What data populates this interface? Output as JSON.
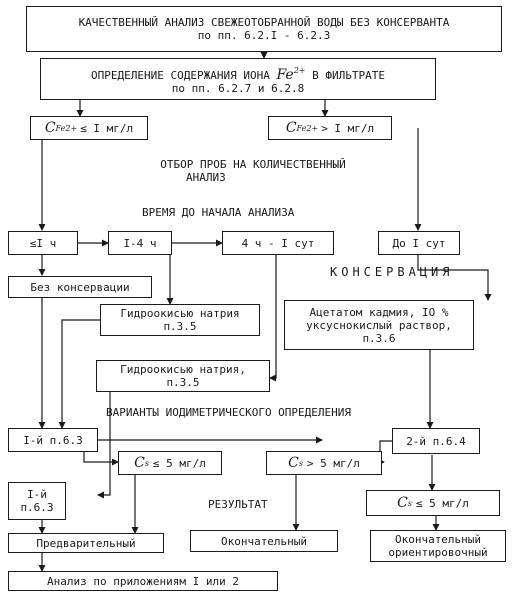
{
  "boxes": {
    "b1_line1": "КАЧЕСТВЕННЫЙ АНАЛИЗ СВЕЖЕОТОБРАННОЙ ВОДЫ БЕЗ КОНСЕРВАНТА",
    "b1_line2": "по пп. 6.2.I - 6.2.3",
    "b2_line1_pre": "ОПРЕДЕЛЕНИЕ СОДЕРЖАНИЯ ИОНА",
    "b2_ion": "Fe",
    "b2_ion_charge": "2+",
    "b2_line1_post": "В ФИЛЬТРАТЕ",
    "b2_line2": "по пп. 6.2.7 и 6.2.8",
    "cond_left_sym": "C",
    "cond_left_sub": "Fe2+",
    "cond_left_rel": "≤ I мг/л",
    "cond_right_sym": "C",
    "cond_right_sub": "Fe2+",
    "cond_right_rel": "> I мг/л",
    "time_1": "≤I ч",
    "time_2": "I-4 ч",
    "time_3": "4 ч - I сут",
    "time_4": "До I сут",
    "no_preserve": "Без консервации",
    "naoh_1_line1": "Гидроокисью натрия",
    "naoh_1_line2": "п.3.5",
    "naoh_2_line1": "Гидроокисью натрия,",
    "naoh_2_line2": "п.3.5",
    "cadmium_line1": "Ацетатом кадмия, IO %",
    "cadmium_line2": "уксуснокислый раствор,",
    "cadmium_line3": "п.3.6",
    "variant_1": "I-й п.6.3",
    "variant_2": "2-й п.6.4",
    "cs_sym": "C",
    "cs_sub": "s",
    "cs_le5_a": "≤ 5 мг/л",
    "cs_gt5": "> 5 мг/л",
    "cs_le5_b": "≤ 5 мг/л",
    "variant_1b_line1": "I-й",
    "variant_1b_line2": "п.6.3",
    "preliminary": "Предварительный",
    "final": "Окончательный",
    "final_approx_line1": "Окончательный",
    "final_approx_line2": "ориентировочный",
    "annex": "Анализ по приложениям I или 2"
  },
  "labels": {
    "sampling_line1": "ОТБОР ПРОБ НА КОЛИЧЕСТВЕННЫЙ",
    "sampling_line2": "АНАЛИЗ",
    "time_to_start": "ВРЕМЯ ДО НАЧАЛА АНАЛИЗА",
    "preservation": "КОНСЕРВАЦИЯ",
    "iodometric_variants": "ВАРИАНТЫ ИОДИМЕТРИЧЕСКОГО ОПРЕДЕЛЕНИЯ",
    "result": "РЕЗУЛЬТАТ"
  }
}
